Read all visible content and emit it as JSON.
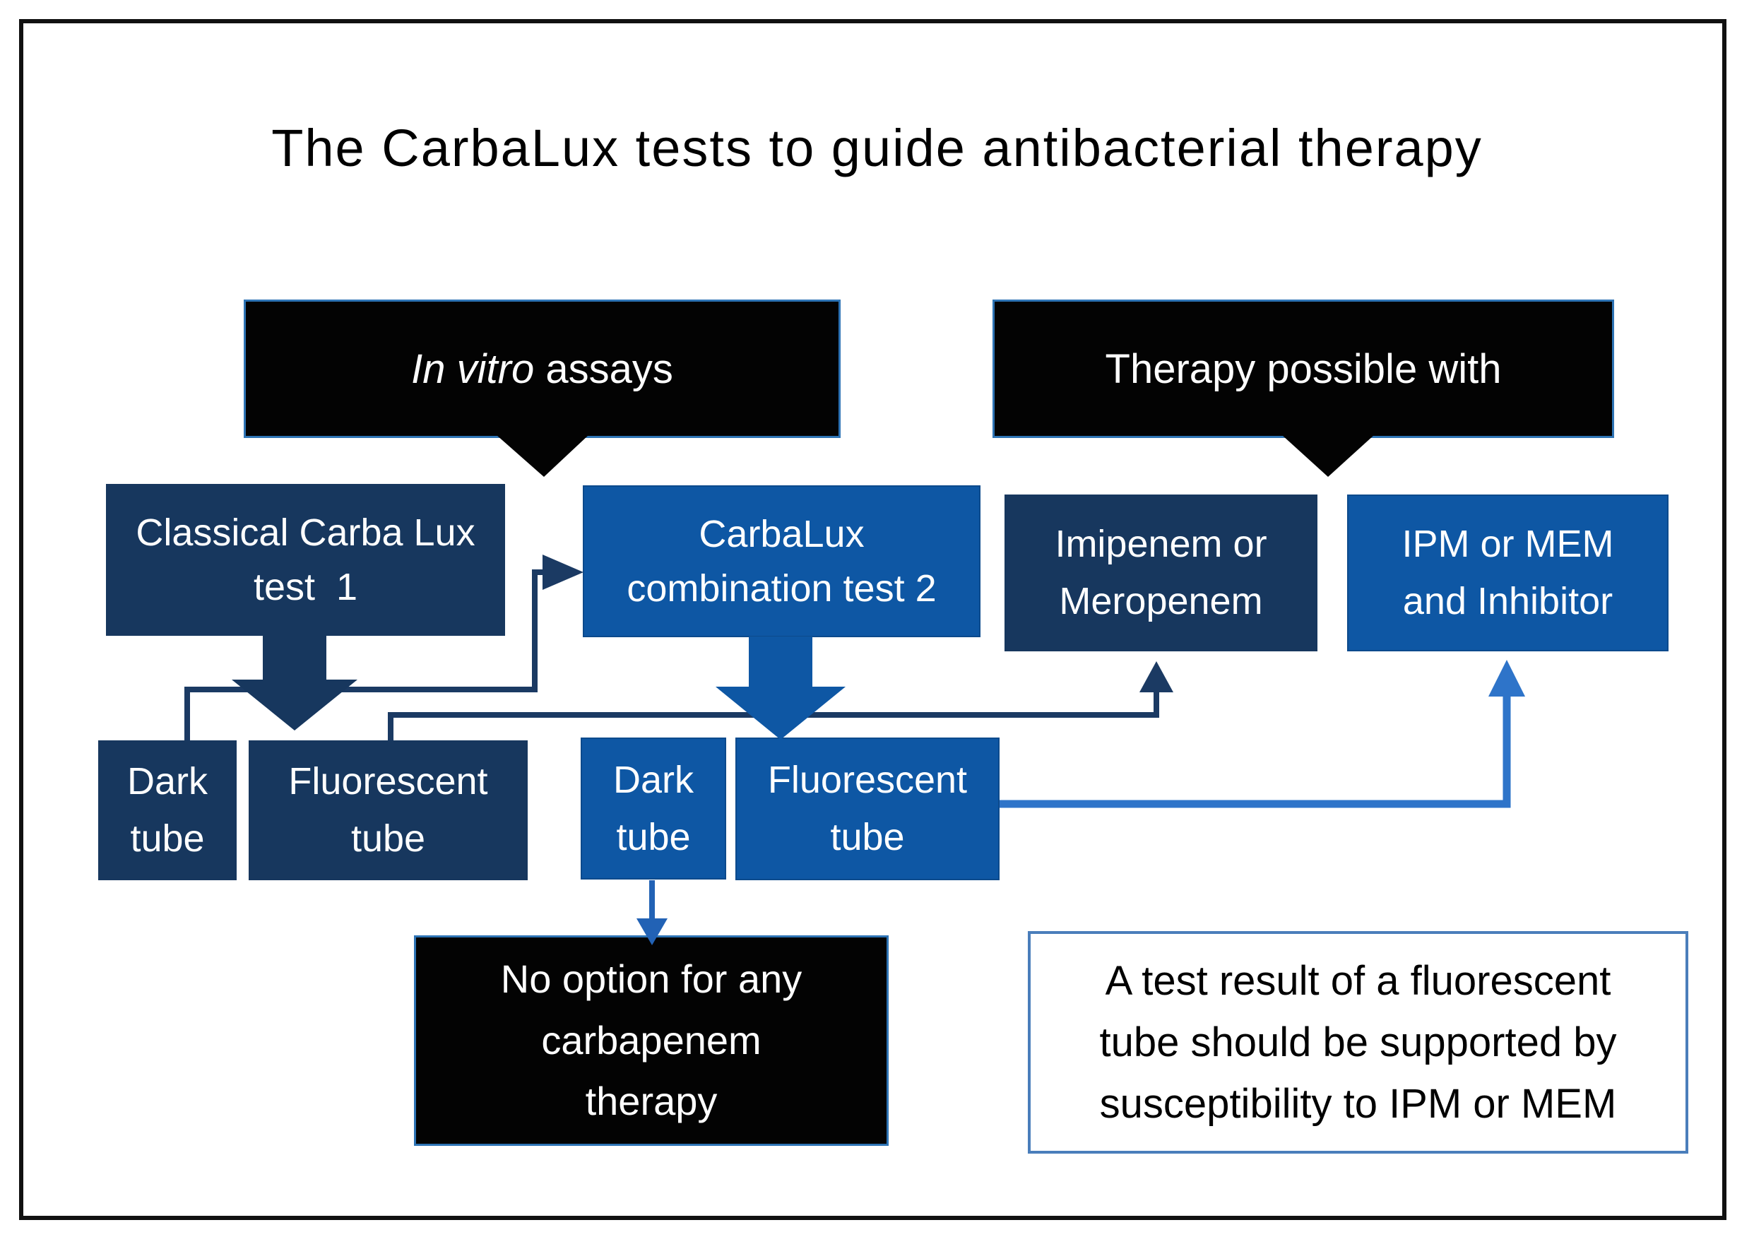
{
  "title": "The CarbaLux tests to guide antibacterial therapy",
  "callouts": {
    "in_vitro": {
      "italic_part": "In vitro",
      "normal_part": " assays"
    },
    "therapy": {
      "label": "Therapy possible with"
    }
  },
  "boxes": {
    "classical": {
      "lines": [
        "Classical Carba Lux",
        "test  1"
      ]
    },
    "combination": {
      "lines": [
        "CarbaLux",
        "combination test 2"
      ]
    },
    "imipenem": {
      "lines": [
        "Imipenem or",
        "Meropenem"
      ]
    },
    "ipm": {
      "lines": [
        "IPM or MEM",
        "and Inhibitor"
      ]
    },
    "dark_left": {
      "lines": [
        "Dark",
        "tube"
      ]
    },
    "fluor_left": {
      "lines": [
        "Fluorescent",
        "tube"
      ]
    },
    "dark_mid": {
      "lines": [
        "Dark",
        "tube"
      ]
    },
    "fluor_mid": {
      "lines": [
        "Fluorescent",
        "tube"
      ]
    },
    "no_option": {
      "lines": [
        "No option for any",
        "carbapenem",
        "therapy"
      ]
    },
    "note": {
      "lines": [
        "A test result of a fluorescent",
        "tube should be supported by",
        "susceptibility to IPM or MEM"
      ]
    }
  },
  "colors": {
    "navy": "#17375e",
    "blue": "#0e57a4",
    "lightblue": "#2e74c9",
    "midblue": "#2262b5",
    "connector": "#1b3a63",
    "callout-border": "#2e74b5",
    "note-border": "#4a7ebb",
    "ink": "#000000"
  }
}
